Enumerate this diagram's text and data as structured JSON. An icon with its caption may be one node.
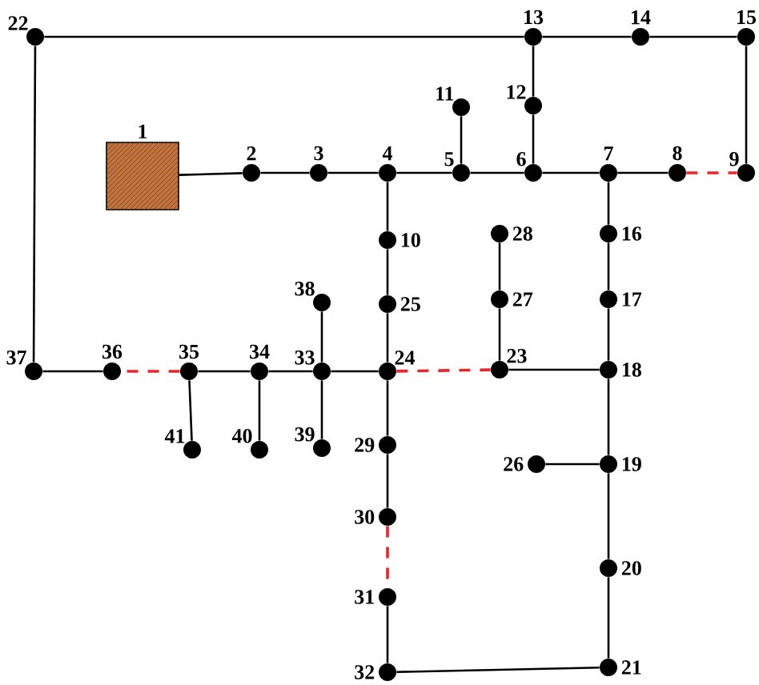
{
  "diagram": {
    "nodes": [
      {
        "text": [],
        "shape": "box",
        "beside": [
          "1"
        ]
      },
      {
        "text": [],
        "shape": "circle",
        "beside": [
          "2"
        ]
      },
      {
        "text": [],
        "shape": "circle",
        "beside": [
          "3"
        ]
      },
      {
        "text": [],
        "shape": "circle",
        "beside": [
          "4"
        ]
      },
      {
        "text": [],
        "shape": "circle",
        "beside": [
          "5"
        ]
      },
      {
        "text": [],
        "shape": "circle",
        "beside": [
          "6"
        ]
      },
      {
        "text": [],
        "shape": "circle",
        "beside": [
          "7"
        ]
      },
      {
        "text": [],
        "shape": "circle",
        "beside": [
          "8"
        ]
      },
      {
        "text": [],
        "shape": "circle",
        "beside": [
          "9"
        ]
      },
      {
        "text": [],
        "shape": "circle",
        "beside": [
          "10"
        ]
      },
      {
        "text": [],
        "shape": "circle",
        "beside": [
          "11"
        ]
      },
      {
        "text": [],
        "shape": "circle",
        "beside": [
          "12"
        ]
      },
      {
        "text": [],
        "shape": "circle",
        "beside": [
          "13"
        ]
      },
      {
        "text": [],
        "shape": "circle",
        "beside": [
          "14"
        ]
      },
      {
        "text": [],
        "shape": "circle",
        "beside": [
          "15"
        ]
      },
      {
        "text": [],
        "shape": "circle",
        "beside": [
          "16"
        ]
      },
      {
        "text": [],
        "shape": "circle",
        "beside": [
          "17"
        ]
      },
      {
        "text": [],
        "shape": "circle",
        "beside": [
          "18"
        ]
      },
      {
        "text": [],
        "shape": "circle",
        "beside": [
          "19"
        ]
      },
      {
        "text": [],
        "shape": "circle",
        "beside": [
          "20"
        ]
      },
      {
        "text": [],
        "shape": "circle",
        "beside": [
          "21"
        ]
      },
      {
        "text": [],
        "shape": "circle",
        "beside": [
          "22"
        ]
      },
      {
        "text": [],
        "shape": "circle",
        "beside": [
          "23"
        ]
      },
      {
        "text": [],
        "shape": "circle",
        "beside": [
          "24"
        ]
      },
      {
        "text": [],
        "shape": "circle",
        "beside": [
          "25"
        ]
      },
      {
        "text": [],
        "shape": "circle",
        "beside": [
          "26"
        ]
      },
      {
        "text": [],
        "shape": "circle",
        "beside": [
          "27"
        ]
      },
      {
        "text": [],
        "shape": "circle",
        "beside": [
          "28"
        ]
      },
      {
        "text": [],
        "shape": "circle",
        "beside": [
          "29"
        ]
      },
      {
        "text": [],
        "shape": "circle",
        "beside": [
          "30"
        ]
      },
      {
        "text": [],
        "shape": "circle",
        "beside": [
          "31"
        ]
      },
      {
        "text": [],
        "shape": "circle",
        "beside": [
          "32"
        ]
      },
      {
        "text": [],
        "shape": "circle",
        "beside": [
          "33"
        ]
      },
      {
        "text": [],
        "shape": "circle",
        "beside": [
          "34"
        ]
      },
      {
        "text": [],
        "shape": "circle",
        "beside": [
          "35"
        ]
      },
      {
        "text": [],
        "shape": "circle",
        "beside": [
          "36"
        ]
      },
      {
        "text": [],
        "shape": "circle",
        "beside": [
          "37"
        ]
      },
      {
        "text": [],
        "shape": "circle",
        "beside": [
          "38"
        ]
      },
      {
        "text": [],
        "shape": "circle",
        "beside": [
          "39"
        ]
      },
      {
        "text": [],
        "shape": "circle",
        "beside": [
          "40"
        ]
      },
      {
        "text": [],
        "shape": "circle",
        "beside": [
          "41"
        ]
      }
    ],
    "edges": [
      {
        "from": 0,
        "to": 1,
        "arrow": "none"
      },
      {
        "from": 1,
        "to": 2,
        "arrow": "none"
      },
      {
        "from": 2,
        "to": 3,
        "arrow": "none"
      },
      {
        "from": 3,
        "to": 4,
        "arrow": "none"
      },
      {
        "from": 4,
        "to": 5,
        "arrow": "none"
      },
      {
        "from": 5,
        "to": 6,
        "arrow": "none"
      },
      {
        "from": 6,
        "to": 7,
        "arrow": "none"
      },
      {
        "from": 7,
        "to": 8,
        "arrow": "none",
        "style": "dashed",
        "color": "#e8262b"
      },
      {
        "from": 4,
        "to": 10,
        "arrow": "none"
      },
      {
        "from": 5,
        "to": 11,
        "arrow": "none"
      },
      {
        "from": 11,
        "to": 12,
        "arrow": "none"
      },
      {
        "from": 21,
        "to": 12,
        "arrow": "none"
      },
      {
        "from": 12,
        "to": 13,
        "arrow": "none"
      },
      {
        "from": 13,
        "to": 14,
        "arrow": "none"
      },
      {
        "from": 14,
        "to": 8,
        "arrow": "none"
      },
      {
        "from": 21,
        "to": 36,
        "arrow": "none"
      },
      {
        "from": 3,
        "to": 9,
        "arrow": "none"
      },
      {
        "from": 9,
        "to": 24,
        "arrow": "none"
      },
      {
        "from": 24,
        "to": 23,
        "arrow": "none"
      },
      {
        "from": 6,
        "to": 15,
        "arrow": "none"
      },
      {
        "from": 15,
        "to": 16,
        "arrow": "none"
      },
      {
        "from": 16,
        "to": 17,
        "arrow": "none"
      },
      {
        "from": 17,
        "to": 18,
        "arrow": "none"
      },
      {
        "from": 18,
        "to": 19,
        "arrow": "none"
      },
      {
        "from": 19,
        "to": 20,
        "arrow": "none"
      },
      {
        "from": 22,
        "to": 26,
        "arrow": "none"
      },
      {
        "from": 26,
        "to": 27,
        "arrow": "none"
      },
      {
        "from": 22,
        "to": 17,
        "arrow": "none"
      },
      {
        "from": 18,
        "to": 25,
        "arrow": "none"
      },
      {
        "from": 23,
        "to": 22,
        "arrow": "none",
        "style": "dashed",
        "color": "#e8262b"
      },
      {
        "from": 23,
        "to": 32,
        "arrow": "none"
      },
      {
        "from": 32,
        "to": 33,
        "arrow": "none"
      },
      {
        "from": 33,
        "to": 34,
        "arrow": "none"
      },
      {
        "from": 34,
        "to": 35,
        "arrow": "none",
        "style": "dashed",
        "color": "#e8262b"
      },
      {
        "from": 35,
        "to": 36,
        "arrow": "none"
      },
      {
        "from": 32,
        "to": 37,
        "arrow": "none"
      },
      {
        "from": 32,
        "to": 38,
        "arrow": "none"
      },
      {
        "from": 33,
        "to": 39,
        "arrow": "none"
      },
      {
        "from": 34,
        "to": 40,
        "arrow": "none"
      },
      {
        "from": 23,
        "to": 28,
        "arrow": "none"
      },
      {
        "from": 28,
        "to": 29,
        "arrow": "none"
      },
      {
        "from": 29,
        "to": 30,
        "arrow": "none",
        "style": "dashed",
        "color": "#e8262b"
      },
      {
        "from": 30,
        "to": 31,
        "arrow": "none"
      },
      {
        "from": 31,
        "to": 20,
        "arrow": "none"
      }
    ]
  }
}
